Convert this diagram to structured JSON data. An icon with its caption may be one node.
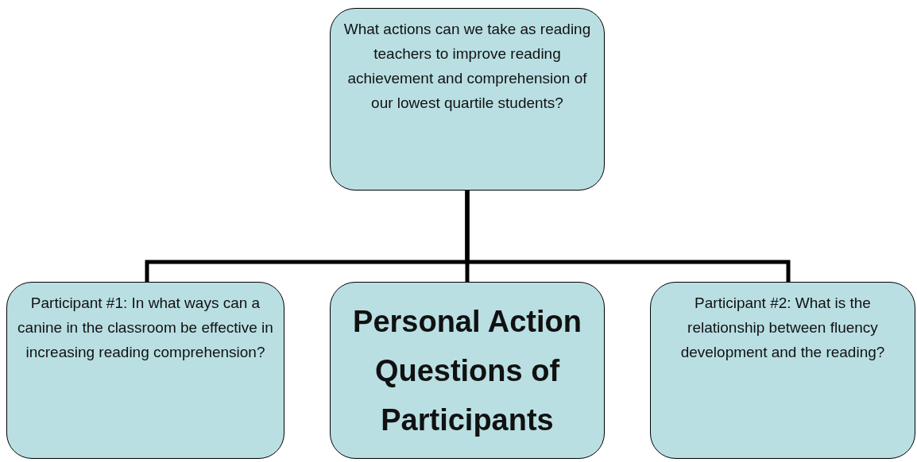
{
  "diagram": {
    "nodes": [
      {
        "text": [
          "What actions can we take as reading teachers to improve reading achievement and comprehension of our lowest quartile students?"
        ]
      },
      {
        "text": [
          "Participant #1: In what ways can a canine in the classroom be effective in increasing reading comprehension?"
        ]
      },
      {
        "text": [
          "Personal Action Questions of Participants"
        ]
      },
      {
        "text": [
          "Participant #2: What is the relationship between fluency development and the reading?"
        ]
      }
    ],
    "edges": [
      {
        "from": 0,
        "to": 1,
        "arrow": "none"
      },
      {
        "from": 0,
        "to": 2,
        "arrow": "none"
      },
      {
        "from": 0,
        "to": 3,
        "arrow": "none"
      }
    ]
  }
}
